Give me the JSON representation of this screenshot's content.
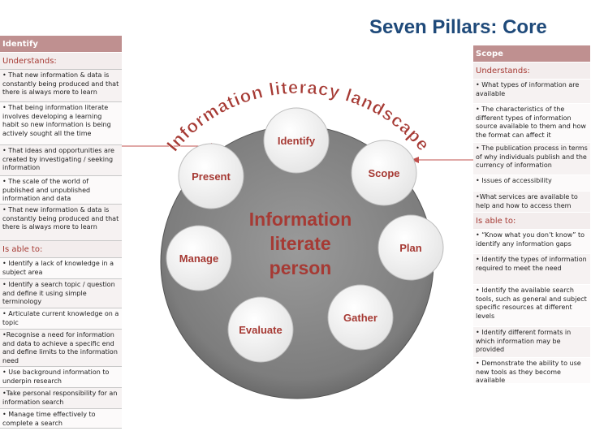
{
  "title": "Seven Pillars: Core",
  "landscape_label": "Information literacy landscape",
  "center_label": [
    "Information",
    "literate",
    "person"
  ],
  "pillars": [
    {
      "label": "Identify"
    },
    {
      "label": "Scope"
    },
    {
      "label": "Plan"
    },
    {
      "label": "Gather"
    },
    {
      "label": "Evaluate"
    },
    {
      "label": "Manage"
    },
    {
      "label": "Present"
    }
  ],
  "left_panel": {
    "header": "Identify",
    "understands_label": "Understands:",
    "understands": [
      "• That new information & data is constantly being produced and that there is always more to learn",
      "•  That being information literate involves developing a learning habit so new information is being actively sought all the time",
      "• That ideas and opportunities are created by investigating / seeking information",
      "• The scale of the world of published and unpublished information and data",
      "• That new information & data is constantly being produced and that there is always more to learn"
    ],
    "able_label": "Is able to:",
    "able": [
      "• Identify a lack of knowledge in a subject area",
      "• Identify a search topic / question and define it using simple terminology",
      "• Articulate current knowledge on a topic",
      "•Recognise a need for information and data to achieve a specific end and define limits to the information need",
      "• Use background information to underpin research",
      "•Take personal responsibility for an information search",
      "• Manage time effectively to complete a search"
    ]
  },
  "right_panel": {
    "header": "Scope",
    "understands_label": "Understands:",
    "understands": [
      "• What types of information are available",
      "• The characteristics of the different types of information source available to them and how the format can affect it",
      "• The publication process in terms of why individuals publish and the currency of information",
      "• Issues of accessibility",
      "•What services are available to help and how to access them"
    ],
    "able_label": "Is able to:",
    "able": [
      "• “Know what you don’t know” to identify any information gaps",
      "• Identify the types of information required to meet the need",
      "• Identify the available search tools, such as general and subject specific resources at different levels",
      "• Identify different formats in which information may be provided",
      "• Demonstrate the ability to use new tools as they become available"
    ]
  },
  "colors": {
    "title": "#1f4a7a",
    "accent": "#a63a34",
    "panel_header": "#bf9090",
    "circle": "#7a7a7a",
    "pillar_fill": "#ffffff"
  }
}
